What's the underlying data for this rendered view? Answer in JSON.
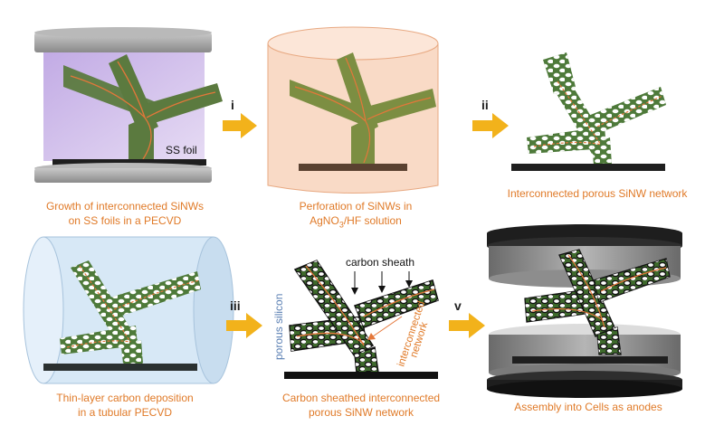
{
  "steps": {
    "i": "i",
    "ii": "ii",
    "iii": "iii",
    "v": "v"
  },
  "captions": {
    "panel1": [
      "Growth of interconnected SiNWs",
      "on SS foils in a PECVD"
    ],
    "panel2_line1": "Perforation of SiNWs  in",
    "panel2_line2_pre": "AgNO",
    "panel2_line2_sub": "3",
    "panel2_line2_post": "/HF solution",
    "panel3": [
      "Interconnected porous SiNW network"
    ],
    "panel4": [
      "Thin-layer carbon deposition",
      "in a tubular PECVD"
    ],
    "panel5": [
      "Carbon sheathed interconnected",
      "porous SiNW network"
    ],
    "panel6": [
      "Assembly into Cells as anodes"
    ]
  },
  "labels": {
    "ss_foil": "SS foil",
    "carbon_sheath": "carbon sheath",
    "porous_silicon": "porous silicon",
    "interconnected": "interconnected",
    "network": "network"
  },
  "colors": {
    "caption": "#e07a28",
    "arrow": "#f2b21b",
    "nanowire_green": "#4e7a3a",
    "nanowire_dark": "#355a2b",
    "core_line": "#e4773a",
    "chamber_purple": "#c9b3e6",
    "beaker_peach": "#f9d9c4",
    "tube_blue": "#d7e8f6",
    "substrate": "#2b2b2b",
    "porous_silicon_label": "#5a7fb3"
  }
}
